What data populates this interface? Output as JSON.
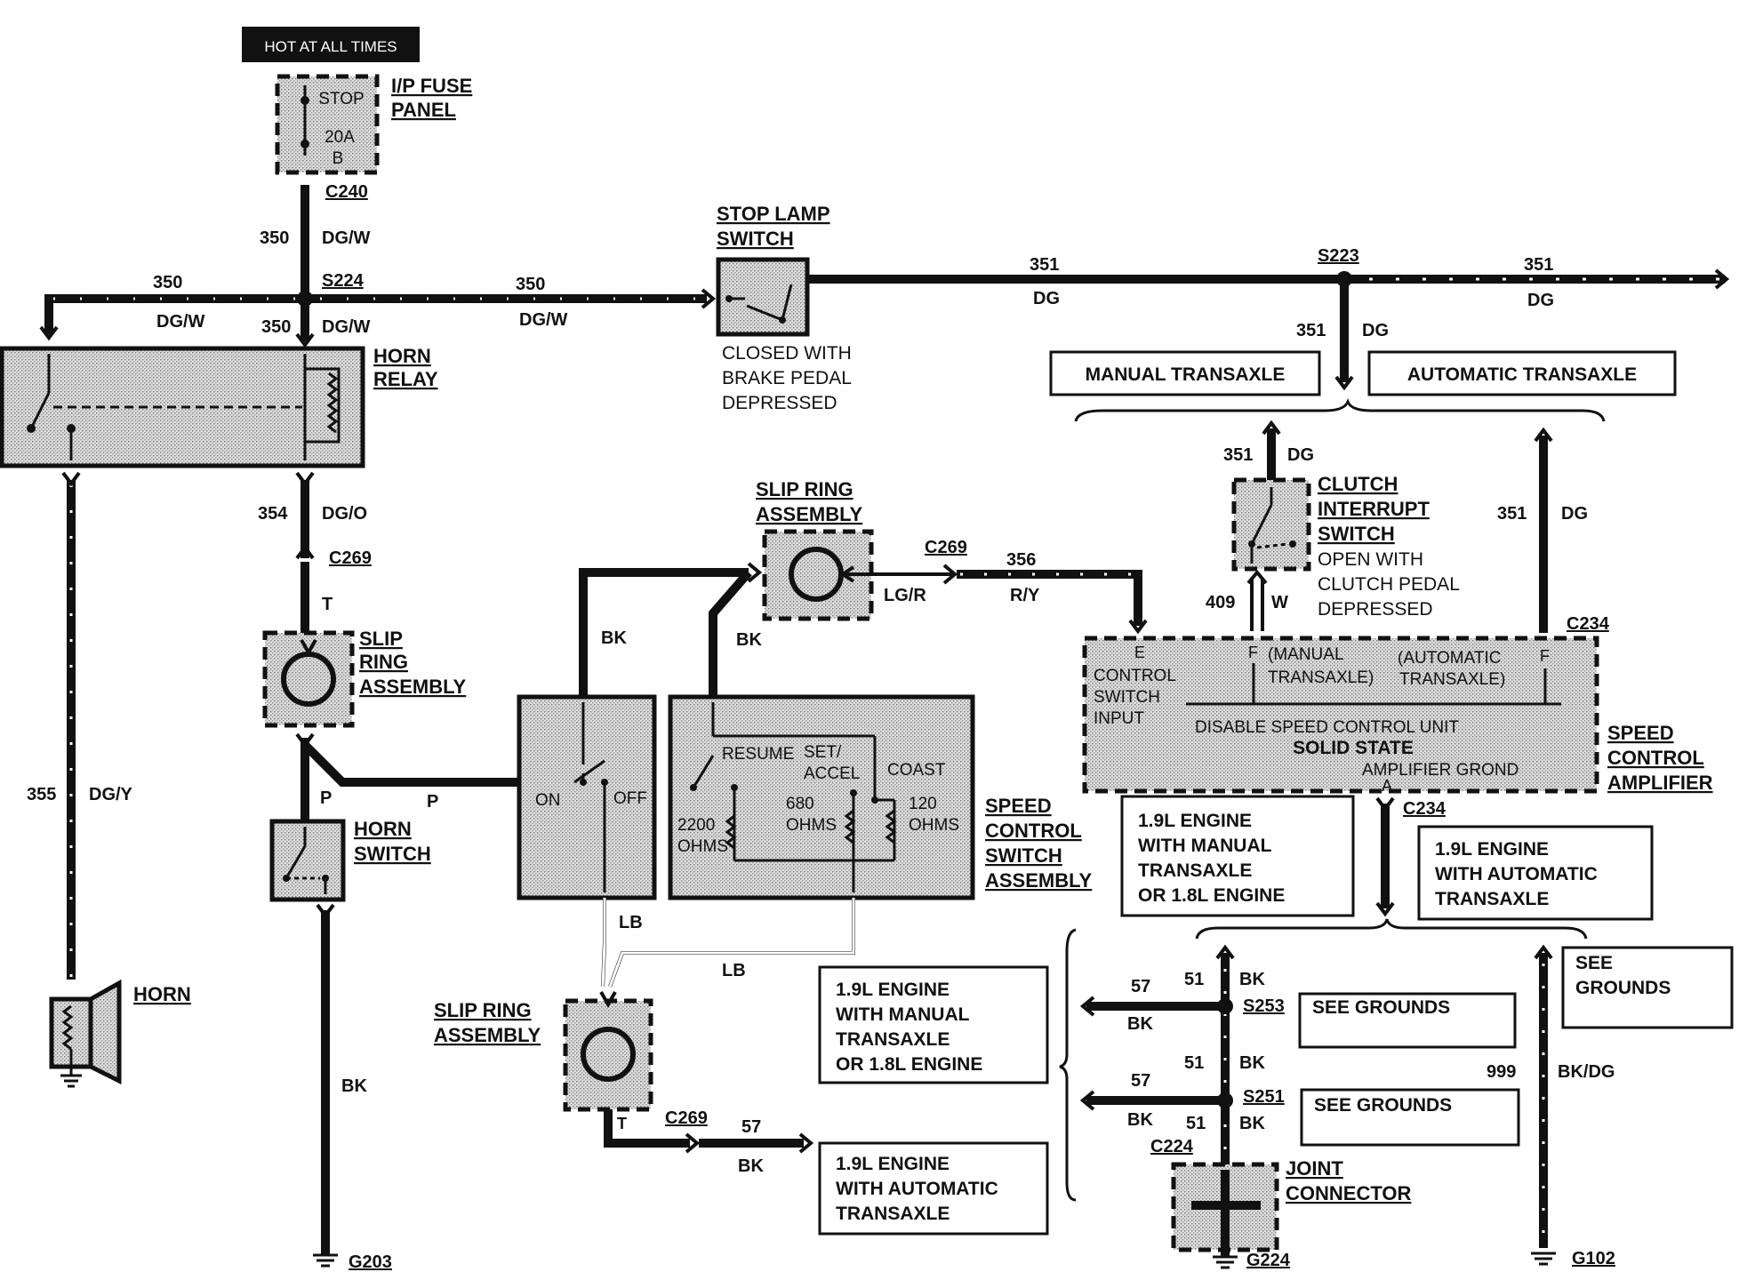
{
  "title_tag": "HOT AT ALL TIMES",
  "fuse_panel": {
    "name_1": "I/P FUSE",
    "name_2": "PANEL",
    "fuse_name": "STOP",
    "fuse_rating": "20A",
    "fuse_pos": "B"
  },
  "connectors": {
    "c240": "C240",
    "s224": "S224",
    "s223": "S223",
    "c269_a": "C269",
    "c269_b": "C269",
    "c269_c": "C269",
    "c234_a": "C234",
    "c234_b": "C234",
    "s253": "S253",
    "s251": "S251",
    "c224": "C224",
    "g203": "G203",
    "g224": "G224",
    "g102": "G102"
  },
  "circuits": {
    "w350_a": "350",
    "w350_b": "350",
    "w350_c": "350",
    "w350_d": "350",
    "c_dgw_a": "DG/W",
    "c_dgw_b": "DG/W",
    "c_dgw_c": "DG/W",
    "c_dgw_d": "DG/W",
    "w351_a": "351",
    "w351_b": "351",
    "w351_c": "351",
    "w351_d": "351",
    "w351_e": "351",
    "c_dg_a": "DG",
    "c_dg_b": "DG",
    "c_dg_c": "DG",
    "c_dg_d": "DG",
    "c_dg_e": "DG",
    "w354": "354",
    "c_dgo": "DG/O",
    "c_t_a": "T",
    "c_t_b": "T",
    "w355": "355",
    "c_dgy": "DG/Y",
    "c_p_a": "P",
    "c_p_b": "P",
    "c_bk_a": "BK",
    "c_bk_b": "BK",
    "c_bk_c": "BK",
    "c_bk_d": "BK",
    "c_bk_e": "BK",
    "c_bk_f": "BK",
    "c_bk_g": "BK",
    "c_bk_h": "BK",
    "c_bk_i": "BK",
    "c_lgr": "LG/R",
    "w356": "356",
    "c_ry": "R/Y",
    "w409": "409",
    "c_w": "W",
    "c_lb_a": "LB",
    "c_lb_b": "LB",
    "w57_a": "57",
    "w57_b": "57",
    "w57_c": "57",
    "w51_a": "51",
    "w51_b": "51",
    "w51_c": "51",
    "w999": "999",
    "c_bkdg": "BK/DG"
  },
  "components": {
    "stop_lamp_1": "STOP LAMP",
    "stop_lamp_2": "SWITCH",
    "stop_lamp_note_1": "CLOSED WITH",
    "stop_lamp_note_2": "BRAKE PEDAL",
    "stop_lamp_note_3": "DEPRESSED",
    "horn_relay_1": "HORN",
    "horn_relay_2": "RELAY",
    "slip_ring_a_1": "SLIP",
    "slip_ring_a_2": "RING",
    "slip_ring_a_3": "ASSEMBLY",
    "slip_ring_b_1": "SLIP RING",
    "slip_ring_b_2": "ASSEMBLY",
    "slip_ring_c_1": "SLIP RING",
    "slip_ring_c_2": "ASSEMBLY",
    "horn_switch_1": "HORN",
    "horn_switch_2": "SWITCH",
    "horn": "HORN",
    "manual_transaxle": "MANUAL TRANSAXLE",
    "automatic_transaxle": "AUTOMATIC TRANSAXLE",
    "clutch_1": "CLUTCH",
    "clutch_2": "INTERRUPT",
    "clutch_3": "SWITCH",
    "clutch_4": "OPEN WITH",
    "clutch_5": "CLUTCH PEDAL",
    "clutch_6": "DEPRESSED",
    "sca_1": "SPEED",
    "sca_2": "CONTROL",
    "sca_3": "AMPLIFIER",
    "scsa_1": "SPEED",
    "scsa_2": "CONTROL",
    "scsa_3": "SWITCH",
    "scsa_4": "ASSEMBLY",
    "joint_1": "JOINT",
    "joint_2": "CONNECTOR",
    "see_grounds_a": "SEE GROUNDS",
    "see_grounds_b": "SEE GROUNDS",
    "see_grounds_c1": "SEE",
    "see_grounds_c2": "GROUNDS"
  },
  "amplifier": {
    "pin_e": "E",
    "pin_f1": "F",
    "pin_f2": "F",
    "pin_a": "A",
    "control_1": "CONTROL",
    "control_2": "SWITCH",
    "control_3": "INPUT",
    "manual_1": "(MANUAL",
    "manual_2": "TRANSAXLE)",
    "auto_1": "(AUTOMATIC",
    "auto_2": "TRANSAXLE)",
    "disable": "DISABLE SPEED CONTROL UNIT",
    "solid_state": "SOLID STATE",
    "amp_ground": "AMPLIFIER GROND"
  },
  "switch_assembly": {
    "on": "ON",
    "off": "OFF",
    "resume": "RESUME",
    "set_1": "SET/",
    "set_2": "ACCEL",
    "coast": "COAST",
    "r2200_1": "2200",
    "r2200_2": "OHMS",
    "r680_1": "680",
    "r680_2": "OHMS",
    "r120_1": "120",
    "r120_2": "OHMS"
  },
  "notes": {
    "n1_1": "1.9L ENGINE",
    "n1_2": "WITH MANUAL",
    "n1_3": "TRANSAXLE",
    "n1_4": "OR 1.8L ENGINE",
    "n2_1": "1.9L ENGINE",
    "n2_2": "WITH AUTOMATIC",
    "n2_3": "TRANSAXLE",
    "n3_1": "1.9L ENGINE",
    "n3_2": "WITH MANUAL",
    "n3_3": "TRANSAXLE",
    "n3_4": "OR 1.8L ENGINE",
    "n4_1": "1.9L ENGINE",
    "n4_2": "WITH AUTOMATIC",
    "n4_3": "TRANSAXLE"
  }
}
